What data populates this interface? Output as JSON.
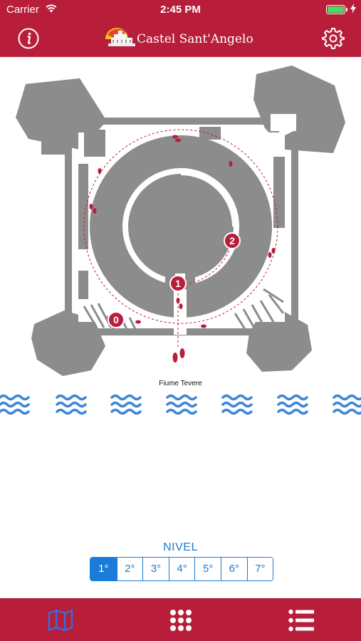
{
  "status_bar": {
    "carrier": "Carrier",
    "time": "2:45 PM",
    "battery_level": 1.0
  },
  "header": {
    "title": "Castel Sant'Angelo",
    "info_icon": "info-icon",
    "settings_icon": "gear-icon"
  },
  "map": {
    "river_label": "Fiume Tevere",
    "markers": [
      "0",
      "1",
      "2"
    ],
    "marker_color": "#b81e3a"
  },
  "level_selector": {
    "title": "NIVEL",
    "levels": [
      "1°",
      "2°",
      "3°",
      "4°",
      "5°",
      "6°",
      "7°"
    ],
    "selected": "1°"
  },
  "tab_bar": {
    "tabs": [
      {
        "icon": "map-icon",
        "selected": true
      },
      {
        "icon": "grid-icon",
        "selected": false
      },
      {
        "icon": "list-icon",
        "selected": false
      }
    ]
  },
  "colors": {
    "brand": "#b81e3a",
    "accent": "#1a7bd8",
    "map_gray": "#8c8c8c"
  }
}
